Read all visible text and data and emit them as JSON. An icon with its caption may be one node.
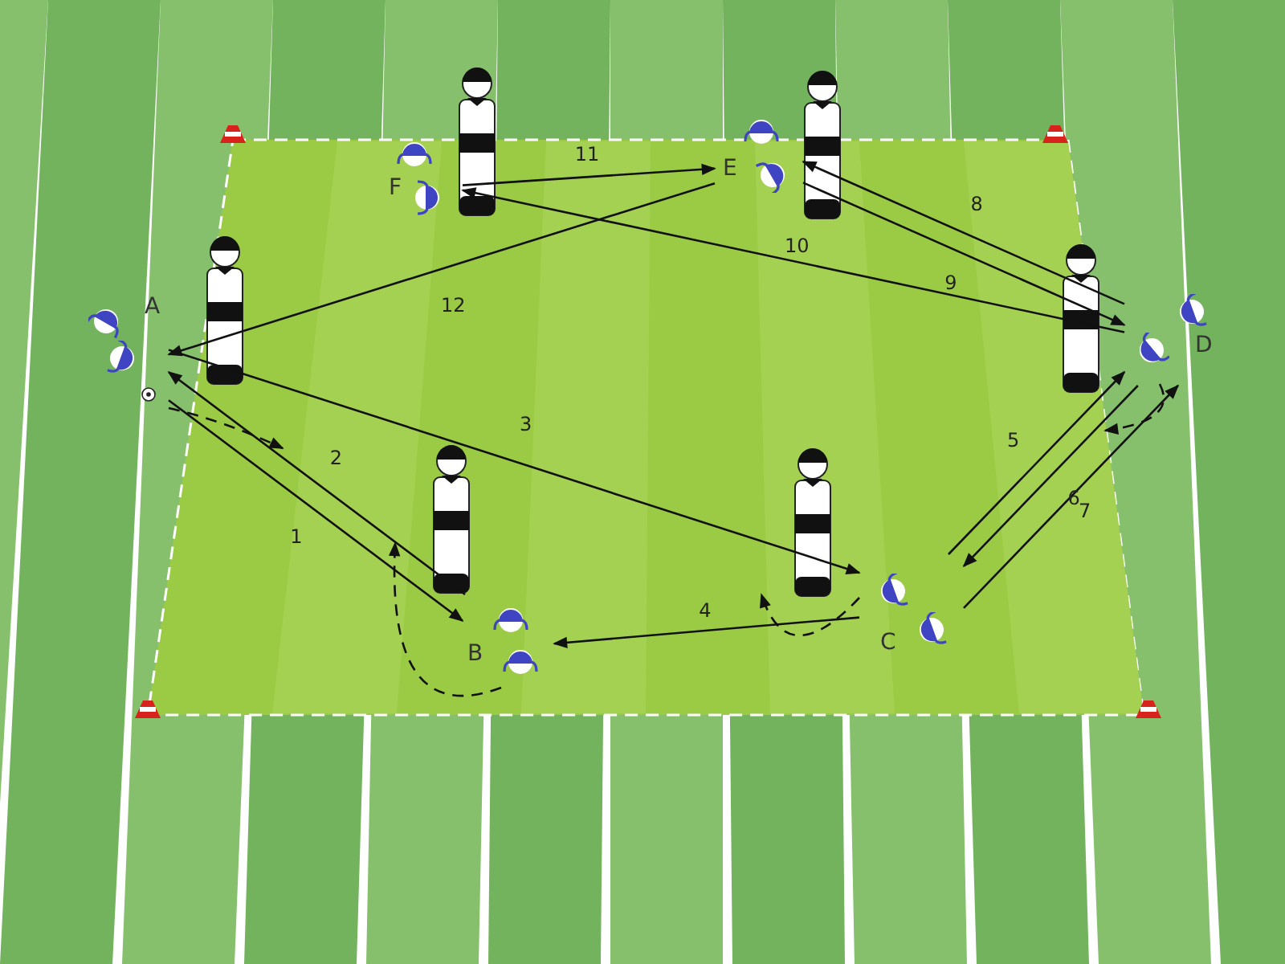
{
  "diagram": {
    "nodes": [
      {
        "text": [
          "F"
        ]
      },
      {
        "text": [
          "E"
        ]
      },
      {
        "text": [
          "A"
        ]
      },
      {
        "text": [
          "D"
        ]
      },
      {
        "text": [
          "C"
        ]
      },
      {
        "text": [
          "B"
        ]
      }
    ],
    "edges": [
      {
        "from": 2,
        "to": 5,
        "label": "1",
        "arrow": "to"
      },
      {
        "from": 5,
        "to": 2,
        "label": "2",
        "arrow": "to"
      },
      {
        "from": 2,
        "to": 4,
        "label": "3",
        "arrow": "to"
      },
      {
        "from": 4,
        "to": 5,
        "label": "4",
        "arrow": "to"
      },
      {
        "from": 4,
        "to": 3,
        "label": "5",
        "arrow": "to"
      },
      {
        "from": 3,
        "to": 4,
        "label": "6",
        "arrow": "to"
      },
      {
        "from": 4,
        "to": 3,
        "label": "7",
        "arrow": "to"
      },
      {
        "from": 3,
        "to": 1,
        "label": "8",
        "arrow": "to"
      },
      {
        "from": 1,
        "to": 3,
        "label": "9",
        "arrow": "to"
      },
      {
        "from": 3,
        "to": 0,
        "label": "10",
        "arrow": "to"
      },
      {
        "from": 0,
        "to": 1,
        "label": "11",
        "arrow": "to"
      },
      {
        "from": 1,
        "to": 2,
        "label": "12",
        "arrow": "to"
      },
      {
        "from": 2,
        "to": null,
        "arrow": "to",
        "style": "dashed"
      },
      {
        "from": 5,
        "to": null,
        "arrow": "to",
        "style": "dashed"
      },
      {
        "from": 4,
        "to": null,
        "arrow": "to",
        "style": "dashed"
      },
      {
        "from": 3,
        "to": null,
        "arrow": "to",
        "style": "dashed"
      }
    ]
  }
}
